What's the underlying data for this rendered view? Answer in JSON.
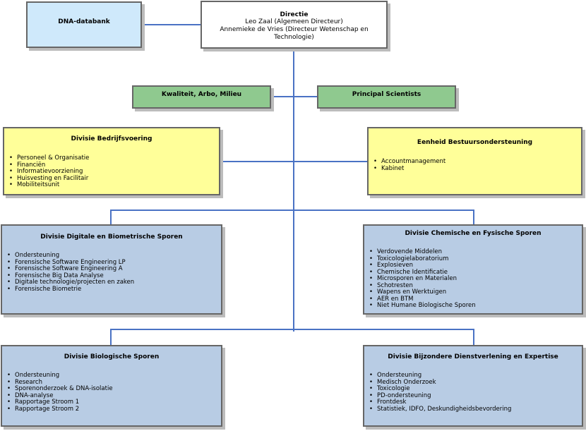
{
  "directie": {
    "title": "Directie",
    "line1": "Leo Zaal (Algemeen Directeur)",
    "line2": "Annemieke de Vries (Directeur Wetenschap en Technologie)"
  },
  "dna_databank": {
    "title": "DNA-databank"
  },
  "kwaliteit": {
    "title": "Kwaliteit, Arbo, Milieu"
  },
  "principal": {
    "title": "Principal Scientists"
  },
  "bedrijfsvoering": {
    "title": "Divisie Bedrijfsvoering",
    "items": [
      "Personeel & Organisatie",
      "Financiën",
      "Informatievoorziening",
      "Huisvesting en Facilitair",
      "Mobiliteitsunit"
    ]
  },
  "bestuursondersteuning": {
    "title": "Eenheid Bestuursondersteuning",
    "items": [
      "Accountmanagement",
      "Kabinet"
    ]
  },
  "digitale": {
    "title": "Divisie Digitale en Biometrische Sporen",
    "items": [
      "Ondersteuning",
      "Forensische Software Engineering LP",
      "Forensische Software Engineering A",
      "Forensische Big Data Analyse",
      "Digitale technologie/projecten en zaken",
      "Forensische Biometrie"
    ]
  },
  "chemische": {
    "title": "Divisie Chemische en Fysische Sporen",
    "items": [
      "Verdovende Middelen",
      "Toxicologielaboratorium",
      "Explosieven",
      "Chemische Identificatie",
      "Microsporen en Materialen",
      "Schotresten",
      "Wapens en Werktuigen",
      "AER en BTM",
      "Niet Humane Biologische Sporen"
    ]
  },
  "biologische": {
    "title": "Divisie Biologische Sporen",
    "items": [
      "Ondersteuning",
      "Research",
      "Sporenonderzoek & DNA-isolatie",
      "DNA-analyse",
      "Rapportage Stroom 1",
      "Rapportage Stroom 2"
    ]
  },
  "bijzondere": {
    "title": "Divisie Bijzondere Dienstverlening en Expertise",
    "items": [
      "Ondersteuning",
      "Medisch Onderzoek",
      "Toxicologie",
      "PD-ondersteuning",
      "Frontdesk",
      "Statistiek, IDFO, Deskundigheidsbevordering"
    ]
  },
  "colors": {
    "line": "#4a72c4",
    "white_box": "#ffffff",
    "light_blue_box": "#cfe9fb",
    "green_box": "#8fc98f",
    "yellow_box": "#ffff99",
    "blue_box": "#b8cce4"
  }
}
